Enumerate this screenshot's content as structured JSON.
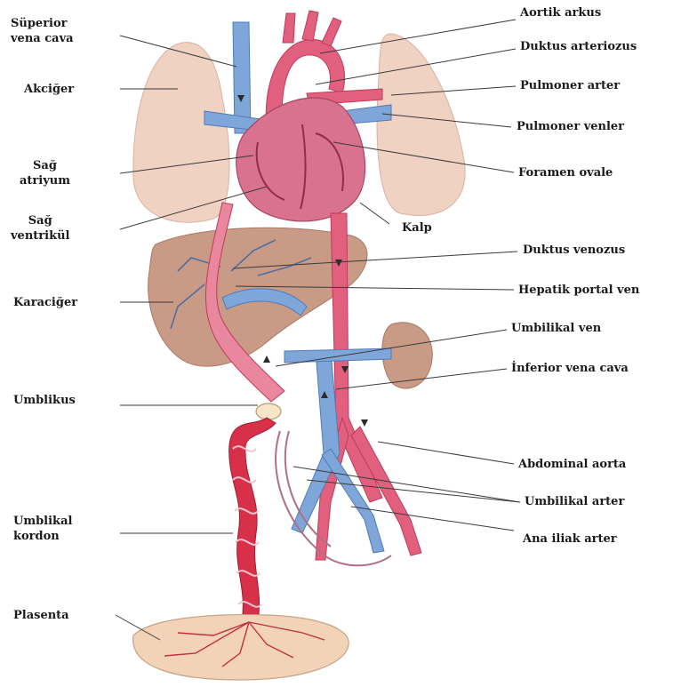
{
  "diagram": {
    "labels_left": [
      {
        "id": "superior-vena-cava",
        "text": "Süperior\nvena cava"
      },
      {
        "id": "lung",
        "text": "Akciğer"
      },
      {
        "id": "right-atrium",
        "text": "Sağ\natriyum"
      },
      {
        "id": "right-ventricle",
        "text": "Sağ\nventrikül"
      },
      {
        "id": "liver",
        "text": "Karaciğer"
      },
      {
        "id": "umbilicus",
        "text": "Umblikus"
      },
      {
        "id": "umbilical-cord",
        "text": "Umblikal\nkordon"
      },
      {
        "id": "placenta",
        "text": "Plasenta"
      }
    ],
    "labels_right": [
      {
        "id": "aortic-arch",
        "text": "Aortik arkus"
      },
      {
        "id": "ductus-arteriosus",
        "text": "Duktus arteriozus"
      },
      {
        "id": "pulmonary-artery",
        "text": "Pulmoner arter"
      },
      {
        "id": "pulmonary-veins",
        "text": "Pulmoner venler"
      },
      {
        "id": "foramen-ovale",
        "text": "Foramen ovale"
      },
      {
        "id": "heart",
        "text": "Kalp"
      },
      {
        "id": "ductus-venosus",
        "text": "Duktus venozus"
      },
      {
        "id": "hepatic-portal-vein",
        "text": "Hepatik portal ven"
      },
      {
        "id": "umbilical-vein",
        "text": "Umbilikal ven"
      },
      {
        "id": "inferior-vena-cava",
        "text": "İnferior vena cava"
      },
      {
        "id": "abdominal-aorta",
        "text": "Abdominal aorta"
      },
      {
        "id": "umbilical-artery",
        "text": "Umbilikal arter"
      },
      {
        "id": "common-iliac-artery",
        "text": "Ana iliak arter"
      }
    ],
    "colors": {
      "artery": "#e0607e",
      "artery_dark": "#c03a5a",
      "vein": "#7fa6d8",
      "vein_dark": "#4f7bb8",
      "lung": "#f0d2c2",
      "liver": "#c99a86",
      "heart": "#d8728f",
      "placenta": "#f3d3b8",
      "cord": "#d9304a"
    }
  }
}
